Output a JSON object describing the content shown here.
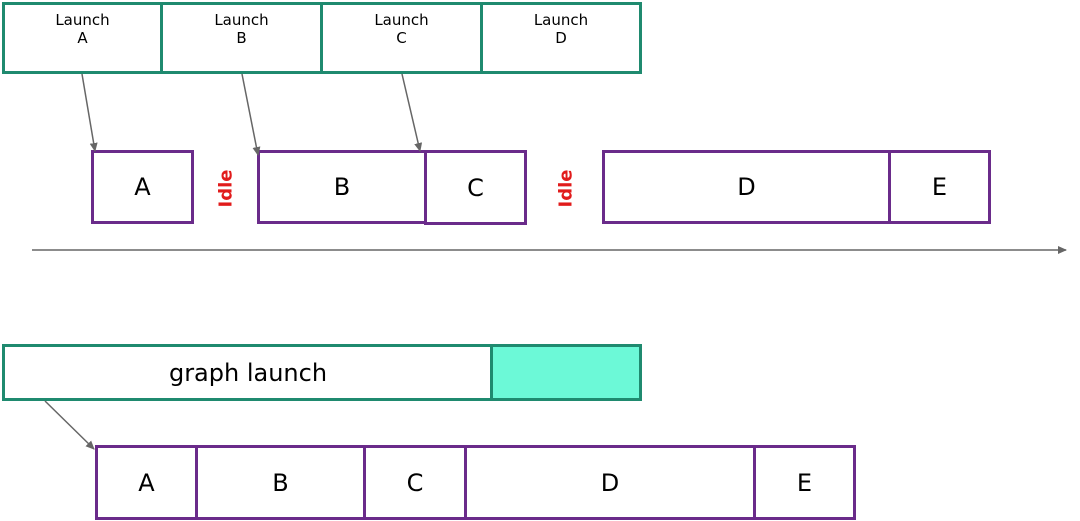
{
  "launches": [
    {
      "line1": "Launch",
      "line2": "A"
    },
    {
      "line1": "Launch",
      "line2": "B"
    },
    {
      "line1": "Launch",
      "line2": "C"
    },
    {
      "line1": "Launch",
      "line2": "D"
    }
  ],
  "timeline_kernels": [
    "A",
    "B",
    "C",
    "D",
    "E"
  ],
  "idle_labels": [
    "Idle",
    "Idle"
  ],
  "graph": {
    "label": "graph launch",
    "kernels": [
      "A",
      "B",
      "C",
      "D",
      "E"
    ]
  },
  "colors": {
    "launch_border": "#1f8a6f",
    "kernel_border": "#6a2b8a",
    "idle_text": "#e11b1b",
    "graph_fill": "#6cf9d7",
    "arrow": "#666666"
  }
}
